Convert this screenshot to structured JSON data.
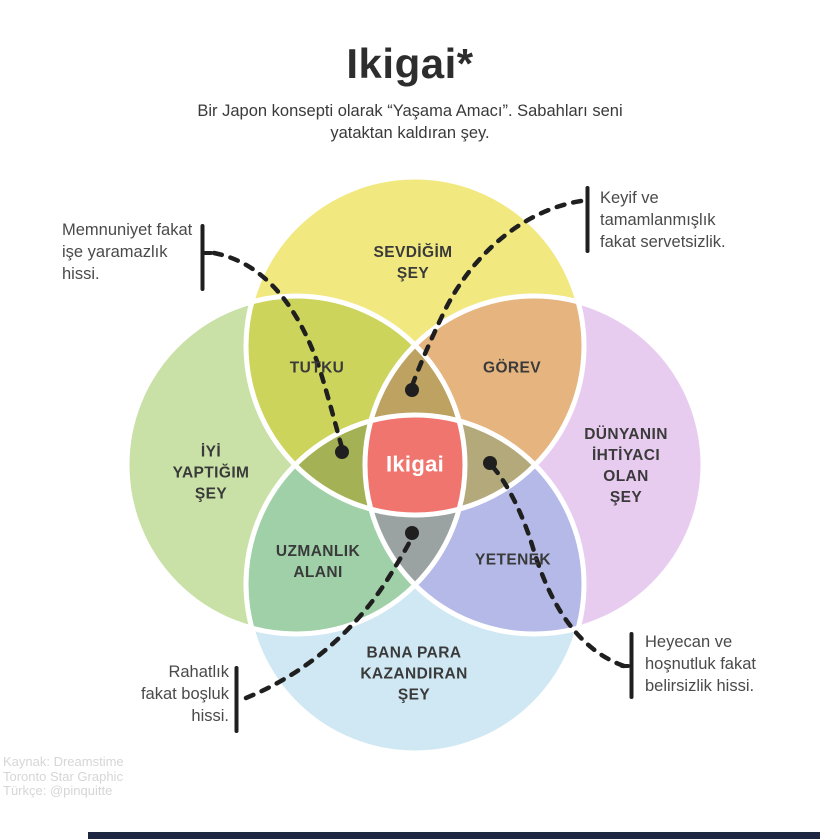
{
  "header": {
    "title": "Ikigai*",
    "subtitle": [
      "Bir Japon konsepti olarak “Yaşama Amacı”. Sabahları seni",
      "yataktan kaldıran şey."
    ]
  },
  "venn": {
    "colors": {
      "love": "#f1e87f",
      "good_at": "#c9e1a6",
      "world_needs": "#e8ccf0",
      "paid_for": "#cfe8f3",
      "tutku": "#ccd45c",
      "gorev": "#e5b47f",
      "uzmanlik": "#9fd0a8",
      "yetenek": "#b5b9e8",
      "petal_top": "#bda261",
      "petal_left": "#a5b155",
      "petal_right": "#b3a97b",
      "petal_bottom": "#9aa3a1",
      "center": "#f0756f"
    },
    "labels": {
      "love": [
        "SEVDİĞİM",
        "ŞEY"
      ],
      "good_at": [
        "İYİ",
        "YAPTIĞIM",
        "ŞEY"
      ],
      "world_needs": [
        "DÜNYANIN",
        "İHTİYACI",
        "OLAN",
        "ŞEY"
      ],
      "paid_for": [
        "BANA PARA",
        "KAZANDIRAN",
        "ŞEY"
      ],
      "tutku": "TUTKU",
      "gorev": "GÖREV",
      "uzmanlik": [
        "UZMANLIK",
        "ALANI"
      ],
      "yetenek": "YETENEK",
      "center": "Ikigai"
    }
  },
  "callouts": {
    "top_left": [
      "Memnuniyet fakat",
      "işe yaramazlık",
      "hissi."
    ],
    "top_right": [
      "Keyif ve",
      "tamamlanmışlık",
      "fakat servetsizlik."
    ],
    "bottom_right": [
      "Heyecan ve",
      "hoşnutluk fakat",
      "belirsizlik hissi."
    ],
    "bottom_left": [
      "Rahatlık",
      "fakat boşluk",
      "hissi."
    ]
  },
  "credits": [
    "Kaynak: Dreamstime",
    "Toronto Star Graphic",
    "Türkçe: @pinquitte"
  ],
  "colors": {
    "background": "#ffffff",
    "ink": "#1f1f1f",
    "title_text": "#2d2d2d",
    "label_text": "#3a3a3a",
    "callout_text": "#4a4a4a",
    "center_text": "#ffffff",
    "credits_text": "#d6d6d6",
    "bottom_bar": "#1d2742"
  }
}
